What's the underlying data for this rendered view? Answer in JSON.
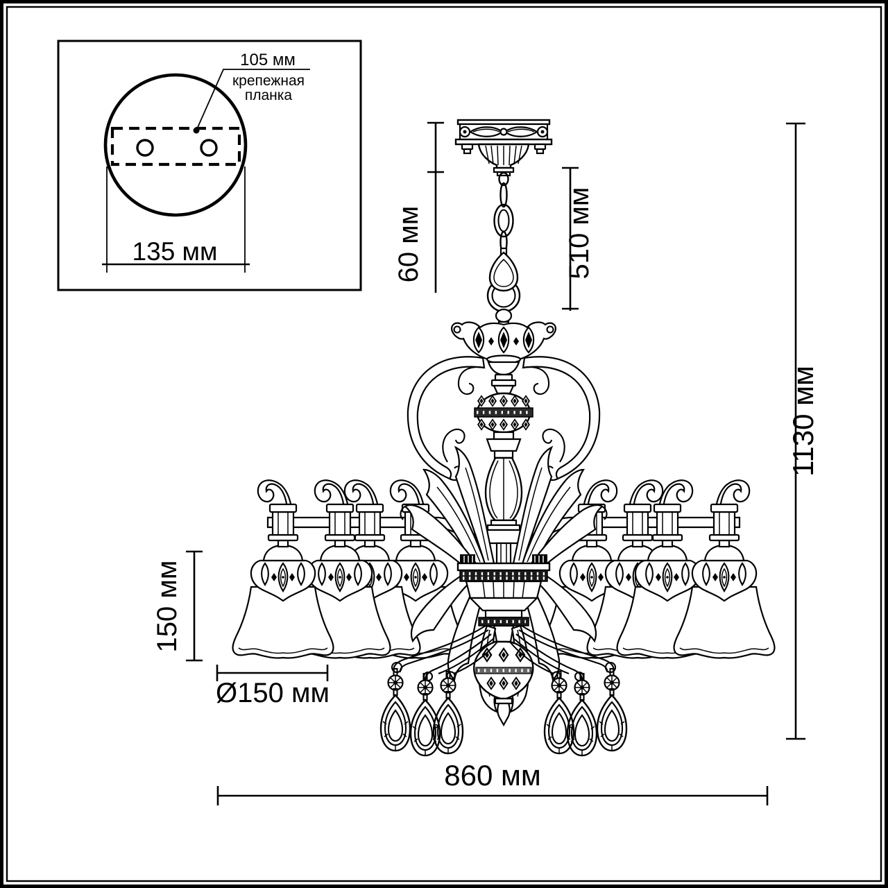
{
  "colors": {
    "line": "#000000",
    "background": "#ffffff"
  },
  "inset": {
    "bracket_offset_label": "105 мм",
    "bracket_name_line1": "крепежная",
    "bracket_name_line2": "планка",
    "plate_width_label": "135 мм"
  },
  "dimensions": {
    "canopy_height": "60 мм",
    "chain_drop": "510 мм",
    "total_height": "1130 мм",
    "shade_height": "150 мм",
    "shade_diameter": "Ø150 мм",
    "total_width": "860 мм"
  }
}
